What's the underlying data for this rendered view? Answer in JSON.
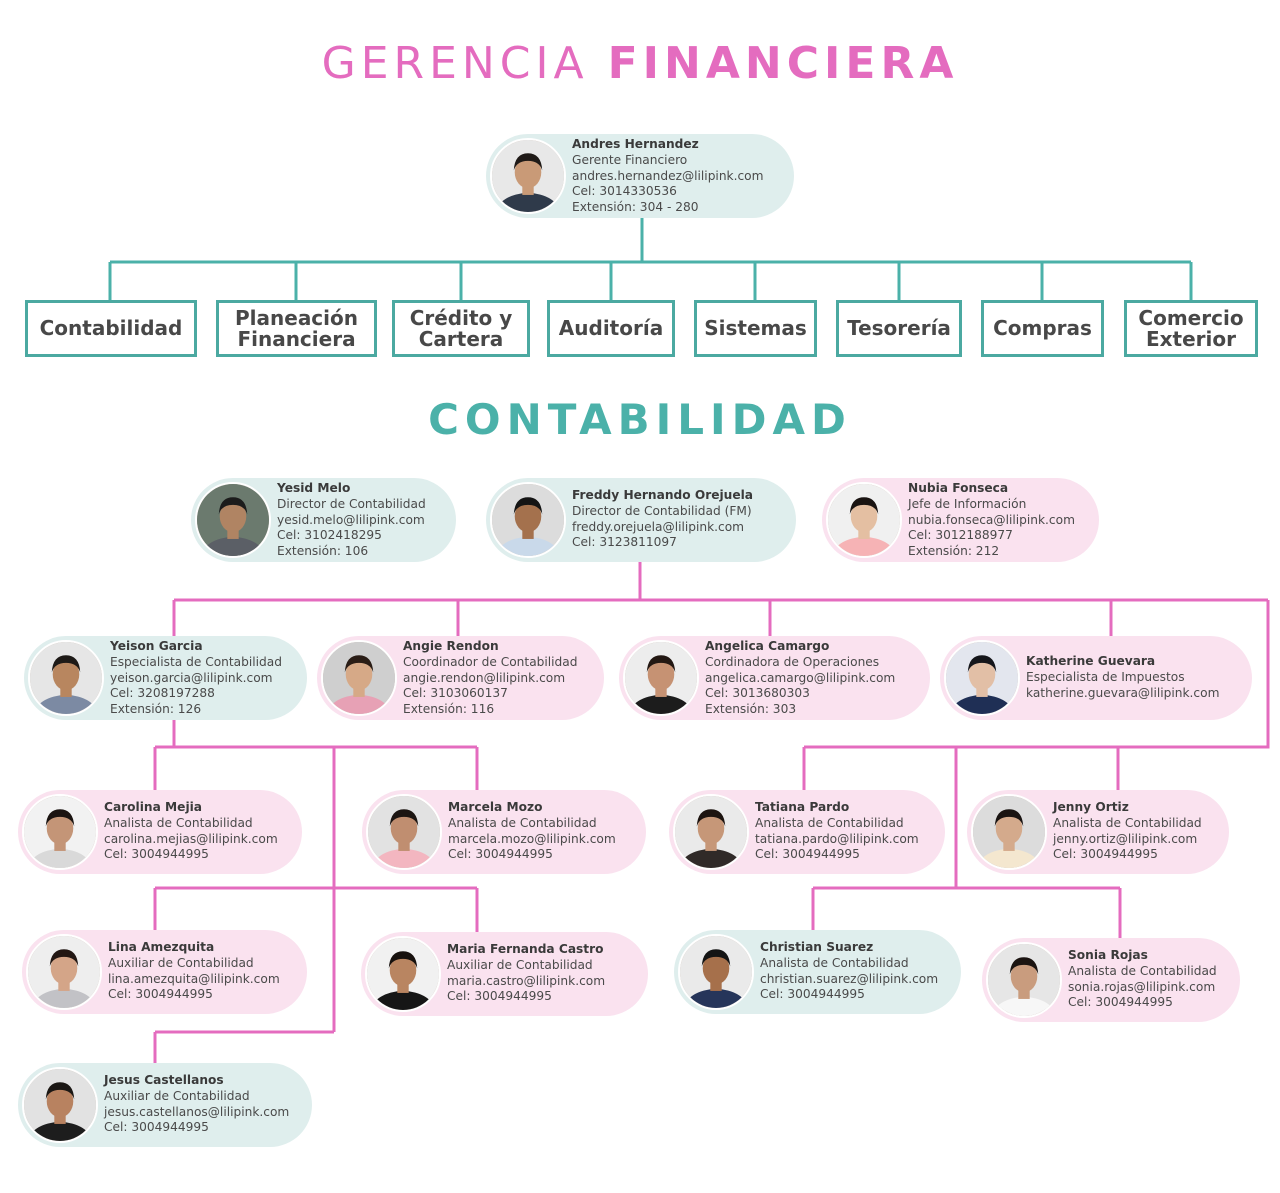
{
  "title": {
    "part1": "GERENCIA",
    "part2": "FINANCIERA"
  },
  "subtitle": "CONTABILIDAD",
  "colors": {
    "pink": "#e46cbf",
    "teal": "#4bb1a9",
    "teal_card": "#dfeeed",
    "pink_card": "#fae2ef"
  },
  "manager": {
    "name": "Andres Hernandez",
    "role": "Gerente Financiero",
    "email": "andres.hernandez@lilipink.com",
    "cel": "Cel: 3014330536",
    "ext": "Extensión: 304 - 280"
  },
  "departments": [
    "Contabilidad",
    "Planeación\nFinanciera",
    "Crédito y\nCartera",
    "Auditoría",
    "Sistemas",
    "Tesorería",
    "Compras",
    "Comercio\nExterior"
  ],
  "directors": [
    {
      "name": "Yesid Melo",
      "role": "Director de Contabilidad",
      "email": "yesid.melo@lilipink.com",
      "cel": "Cel: 3102418295",
      "ext": "Extensión: 106"
    },
    {
      "name": "Freddy Hernando Orejuela",
      "role": "Director de Contabilidad (FM)",
      "email": "freddy.orejuela@lilipink.com",
      "cel": "Cel: 3123811097"
    },
    {
      "name": "Nubia Fonseca",
      "role": "Jefe de Información",
      "email": "nubia.fonseca@lilipink.com",
      "cel": "Cel: 3012188977",
      "ext": "Extensión: 212"
    }
  ],
  "level2": [
    {
      "name": "Yeison Garcia",
      "role": "Especialista de Contabilidad",
      "email": "yeison.garcia@lilipink.com",
      "cel": "Cel: 3208197288",
      "ext": "Extensión: 126"
    },
    {
      "name": "Angie Rendon",
      "role": "Coordinador de Contabilidad",
      "email": "angie.rendon@lilipink.com",
      "cel": "Cel: 3103060137",
      "ext": "Extensión: 116"
    },
    {
      "name": "Angelica Camargo",
      "role": "Cordinadora de Operaciones",
      "email": "angelica.camargo@lilipink.com",
      "cel": "Cel: 3013680303",
      "ext": "Extensión: 303"
    },
    {
      "name": "Katherine Guevara",
      "role": "Especialista de Impuestos",
      "email": "katherine.guevara@lilipink.com"
    }
  ],
  "staff": [
    {
      "name": "Carolina Mejia",
      "role": "Analista de Contabilidad",
      "email": "carolina.mejias@lilipink.com",
      "cel": "Cel: 3004944995"
    },
    {
      "name": "Marcela Mozo",
      "role": "Analista de Contabilidad",
      "email": "marcela.mozo@lilipink.com",
      "cel": "Cel: 3004944995"
    },
    {
      "name": "Tatiana Pardo",
      "role": "Analista de Contabilidad",
      "email": "tatiana.pardo@lilipink.com",
      "cel": "Cel: 3004944995"
    },
    {
      "name": "Jenny Ortiz",
      "role": "Analista de Contabilidad",
      "email": "jenny.ortiz@lilipink.com",
      "cel": "Cel: 3004944995"
    },
    {
      "name": "Lina Amezquita",
      "role": "Auxiliar de Contabilidad",
      "email": "lina.amezquita@lilipink.com",
      "cel": "Cel: 3004944995"
    },
    {
      "name": "Maria Fernanda Castro",
      "role": "Auxiliar de Contabilidad",
      "email": "maria.castro@lilipink.com",
      "cel": "Cel: 3004944995"
    },
    {
      "name": "Christian Suarez",
      "role": "Analista de Contabilidad",
      "email": "christian.suarez@lilipink.com",
      "cel": "Cel: 3004944995"
    },
    {
      "name": "Sonia Rojas",
      "role": "Analista de Contabilidad",
      "email": "sonia.rojas@lilipink.com",
      "cel": "Cel: 3004944995"
    },
    {
      "name": "Jesus Castellanos",
      "role": "Auxiliar de Contabilidad",
      "email": "jesus.castellanos@lilipink.com",
      "cel": "Cel: 3004944995"
    }
  ]
}
